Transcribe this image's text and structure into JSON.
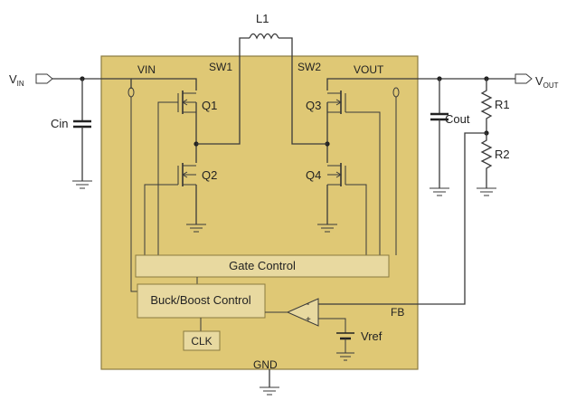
{
  "colors": {
    "chip_fill": "#dfc875",
    "chip_border": "#8a7a40",
    "block_fill": "#e8d9a0",
    "wire": "#3a3a3a"
  },
  "labels": {
    "inductor": "L1",
    "vin_ext_main": "V",
    "vin_ext_sub": "IN",
    "vout_ext_main": "V",
    "vout_ext_sub": "OUT",
    "pin_vin": "VIN",
    "pin_sw1": "SW1",
    "pin_sw2": "SW2",
    "pin_vout": "VOUT",
    "pin_fb": "FB",
    "pin_gnd": "GND",
    "cin": "Cin",
    "cout": "Cout",
    "r1": "R1",
    "r2": "R2",
    "q1": "Q1",
    "q2": "Q2",
    "q3": "Q3",
    "q4": "Q4",
    "gate_control": "Gate Control",
    "buck_boost_control": "Buck/Boost Control",
    "clk": "CLK",
    "vref": "Vref",
    "opamp_minus": "-",
    "opamp_plus": "+"
  }
}
